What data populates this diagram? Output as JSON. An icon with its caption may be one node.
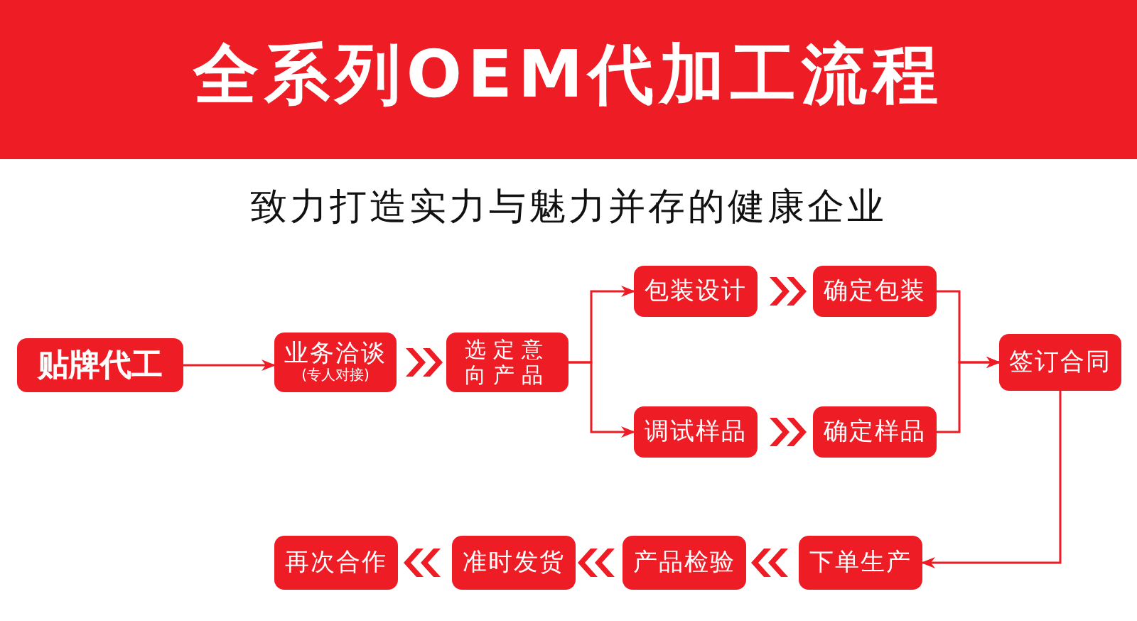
{
  "diagram": {
    "title": "全系列OEM代加工流程",
    "caption": "致力打造实力与魅力并存的健康企业",
    "nodes": [
      {
        "text": [
          "贴牌代工"
        ]
      },
      {
        "text": [
          "业务洽谈",
          "(专人对接)"
        ]
      },
      {
        "text": [
          "选定意向产品"
        ]
      },
      {
        "text": [
          "包装设计"
        ]
      },
      {
        "text": [
          "确定包装"
        ]
      },
      {
        "text": [
          "调试样品"
        ]
      },
      {
        "text": [
          "确定样品"
        ]
      },
      {
        "text": [
          "签订合同"
        ]
      },
      {
        "text": [
          "下单生产"
        ]
      },
      {
        "text": [
          "产品检验"
        ]
      },
      {
        "text": [
          "准时发货"
        ]
      },
      {
        "text": [
          "再次合作"
        ]
      }
    ],
    "edges": [
      {
        "from": 0,
        "to": 1,
        "arrow": "to"
      },
      {
        "from": 1,
        "to": 2,
        "arrow": "to"
      },
      {
        "from": 2,
        "to": 3,
        "arrow": "to"
      },
      {
        "from": 2,
        "to": 5,
        "arrow": "to"
      },
      {
        "from": 3,
        "to": 4,
        "arrow": "to"
      },
      {
        "from": 5,
        "to": 6,
        "arrow": "to"
      },
      {
        "from": 4,
        "to": 7,
        "arrow": "to"
      },
      {
        "from": 6,
        "to": 7,
        "arrow": "to"
      },
      {
        "from": 7,
        "to": 8,
        "arrow": "to"
      },
      {
        "from": 8,
        "to": 9,
        "arrow": "to"
      },
      {
        "from": 9,
        "to": 10,
        "arrow": "to"
      },
      {
        "from": 10,
        "to": 11,
        "arrow": "to"
      }
    ]
  }
}
